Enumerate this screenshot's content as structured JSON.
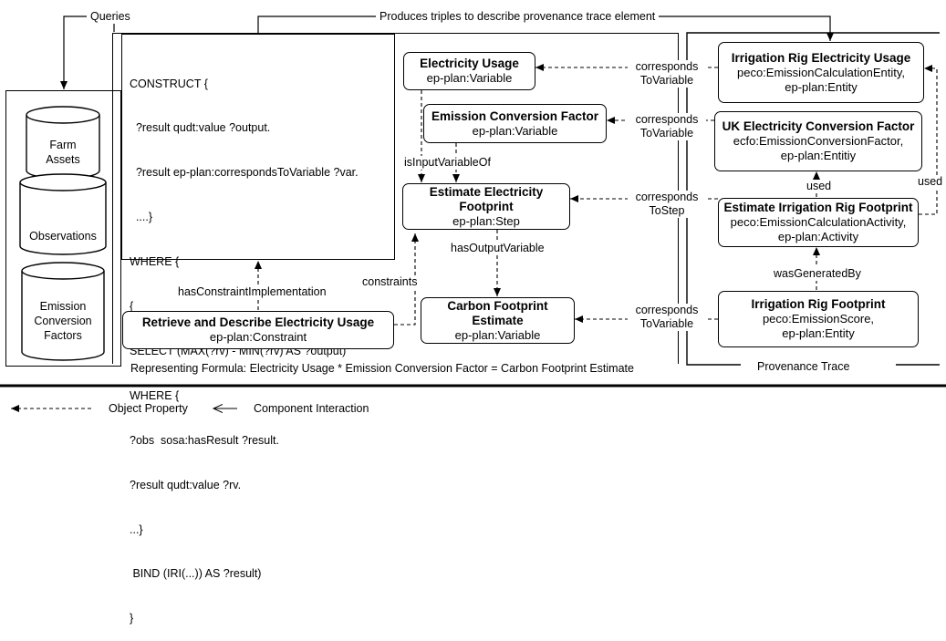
{
  "top_labels": {
    "queries": "Queries",
    "produces": "Produces triples to describe provenance trace element"
  },
  "databases": [
    {
      "name": "Farm Assets",
      "lines": [
        "Farm",
        "Assets"
      ]
    },
    {
      "name": "Observations",
      "lines": [
        "Observations"
      ]
    },
    {
      "name": "Emission Conversion Factors",
      "lines": [
        "Emission",
        "Conversion",
        "Factors"
      ]
    }
  ],
  "query_lines": [
    "CONSTRUCT {",
    "  ?result qudt:value ?output.",
    "  ?result ep-plan:correspondsToVariable ?var.",
    "  ....}",
    "WHERE {",
    "{",
    "SELECT (MAX(?rv) - MIN(?rv) AS ?output)",
    "WHERE {",
    "?obs  sosa:hasResult ?result.",
    "?result qudt:value ?rv.",
    "...}",
    " BIND (IRI(...)) AS ?result)",
    "}"
  ],
  "plan": {
    "electricity_usage": {
      "title": "Electricity Usage",
      "type": "ep-plan:Variable"
    },
    "emission_conversion_factor": {
      "title": "Emission Conversion Factor",
      "type": "ep-plan:Variable"
    },
    "estimate_footprint": {
      "title": "Estimate Electricity Footprint",
      "type": "ep-plan:Step"
    },
    "carbon_footprint_estimate": {
      "title": "Carbon Footprint Estimate",
      "type": "ep-plan:Variable"
    },
    "constraint": {
      "title": "Retrieve and Describe Electricity Usage",
      "type": "ep-plan:Constraint"
    }
  },
  "trace": {
    "rig_usage": {
      "title": "Irrigation Rig Electricity Usage",
      "line1": "peco:EmissionCalculationEntity,",
      "line2": "ep-plan:Entity"
    },
    "uk_factor": {
      "title": "UK Electricity Conversion Factor",
      "line1": "ecfo:EmissionConversionFactor,",
      "line2": "ep-plan:Entitiy"
    },
    "rig_estimate": {
      "title": "Estimate Irrigation Rig Footprint",
      "line1": "peco:EmissionCalculationActivity,",
      "line2": "ep-plan:Activity"
    },
    "rig_footprint": {
      "title": "Irrigation Rig Footprint",
      "line1": "peco:EmissionScore,",
      "line2": "ep-plan:Entity"
    }
  },
  "edge_labels": {
    "corresponds_var_1": [
      "corresponds",
      "ToVariable"
    ],
    "corresponds_var_2": [
      "corresponds",
      "ToVariable"
    ],
    "corresponds_step": [
      "corresponds",
      "ToStep"
    ],
    "corresponds_var_3": [
      "corresponds",
      "ToVariable"
    ],
    "is_input": "isInputVariableOf",
    "has_output": "hasOutputVariable",
    "constraints": "constraints",
    "has_constraint_impl": "hasConstraintImplementation",
    "used_1": "used",
    "used_2": "used",
    "was_generated_by": "wasGeneratedBy"
  },
  "formula": "Representing Formula: Electricity Usage * Emission Conversion Factor = Carbon Footprint Estimate",
  "provenance_trace": "Provenance Trace",
  "legend": {
    "object_property": "Object Property",
    "component_interaction": "Component Interaction"
  }
}
